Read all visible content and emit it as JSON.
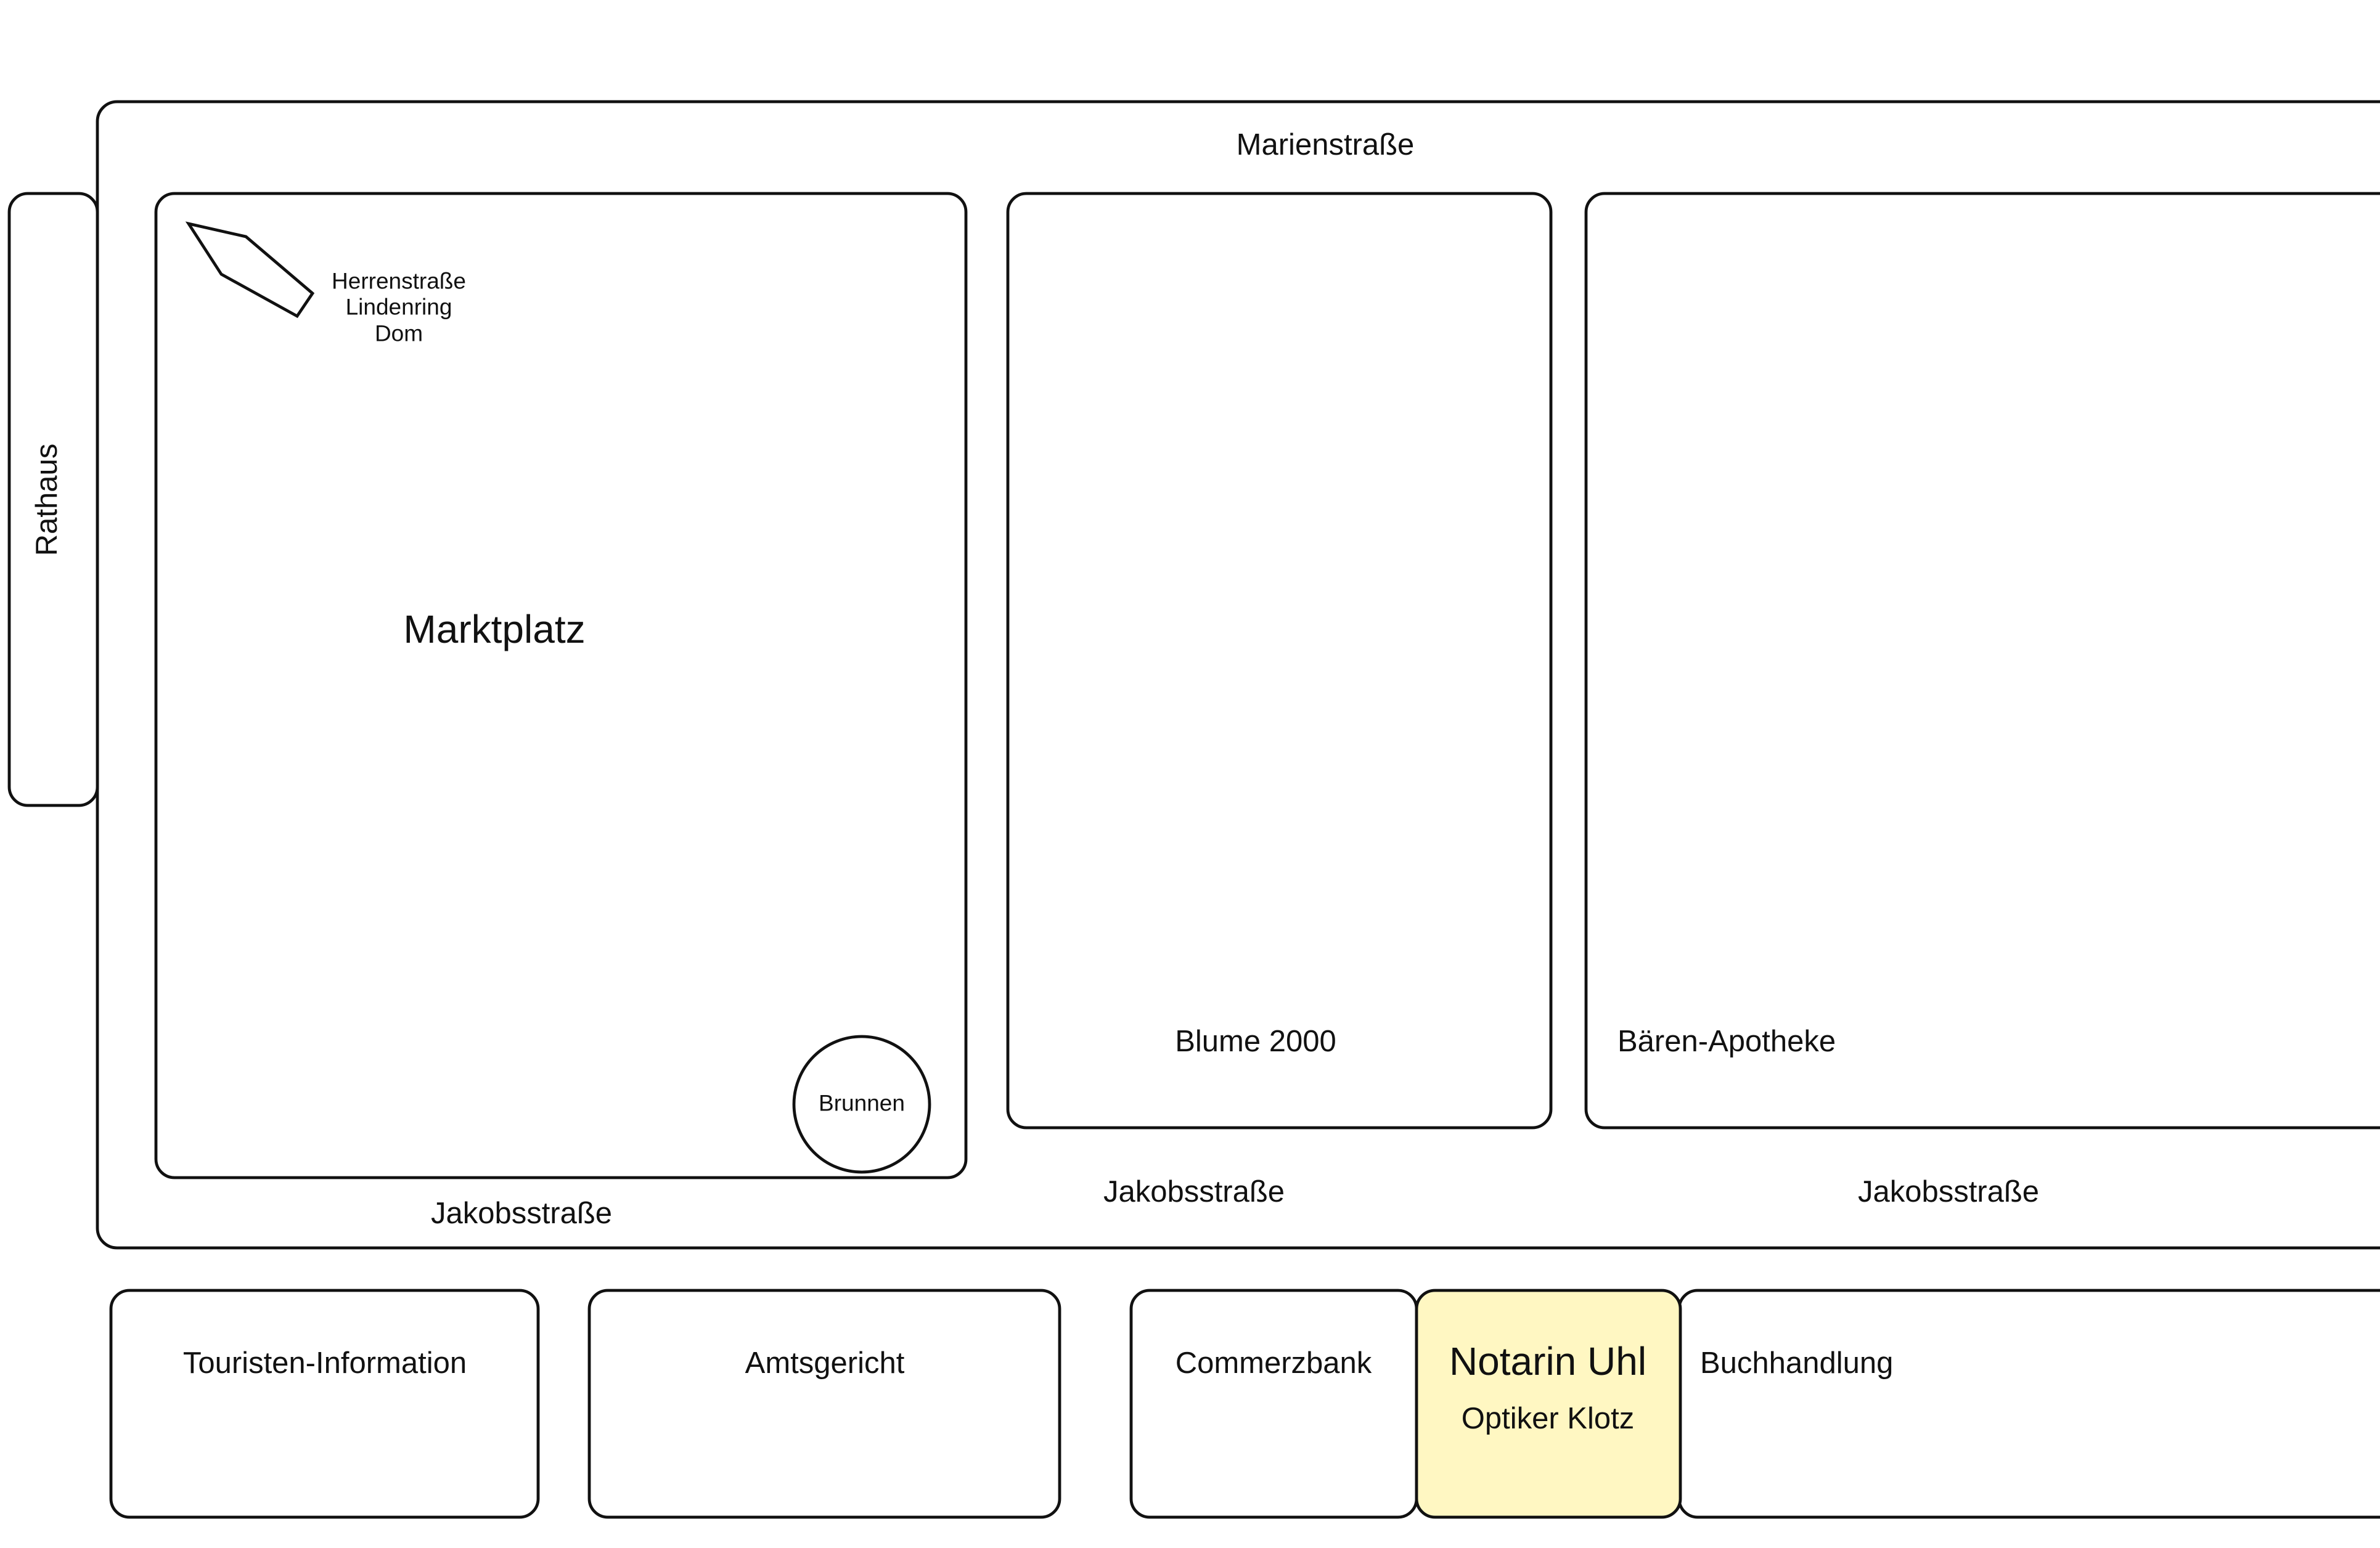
{
  "map": {
    "streets": {
      "marienstrasse": "Marienstraße",
      "jakobsstrasse_1": "Jakobsstraße",
      "jakobsstrasse_2": "Jakobsstraße",
      "jakobsstrasse_3": "Jakobsstraße"
    },
    "landmarks": {
      "rathaus": "Rathaus",
      "marktplatz": "Marktplatz",
      "brunnen": "Brunnen",
      "signpost": {
        "line1": "Herrenstraße",
        "line2": "Lindenring",
        "line3": "Dom"
      }
    },
    "shops": {
      "blume": "Blume 2000",
      "apotheke": "Bären-Apotheke",
      "touristen": "Touristen-Information",
      "amtsgericht": "Amtsgericht",
      "commerzbank": "Commerzbank",
      "notarin": "Notarin Uhl",
      "optiker": "Optiker Klotz",
      "buchhandlung": "Buchhandlung"
    },
    "colors": {
      "highlight": "#fff7c2",
      "stroke": "#111111",
      "background": "#ffffff"
    }
  }
}
